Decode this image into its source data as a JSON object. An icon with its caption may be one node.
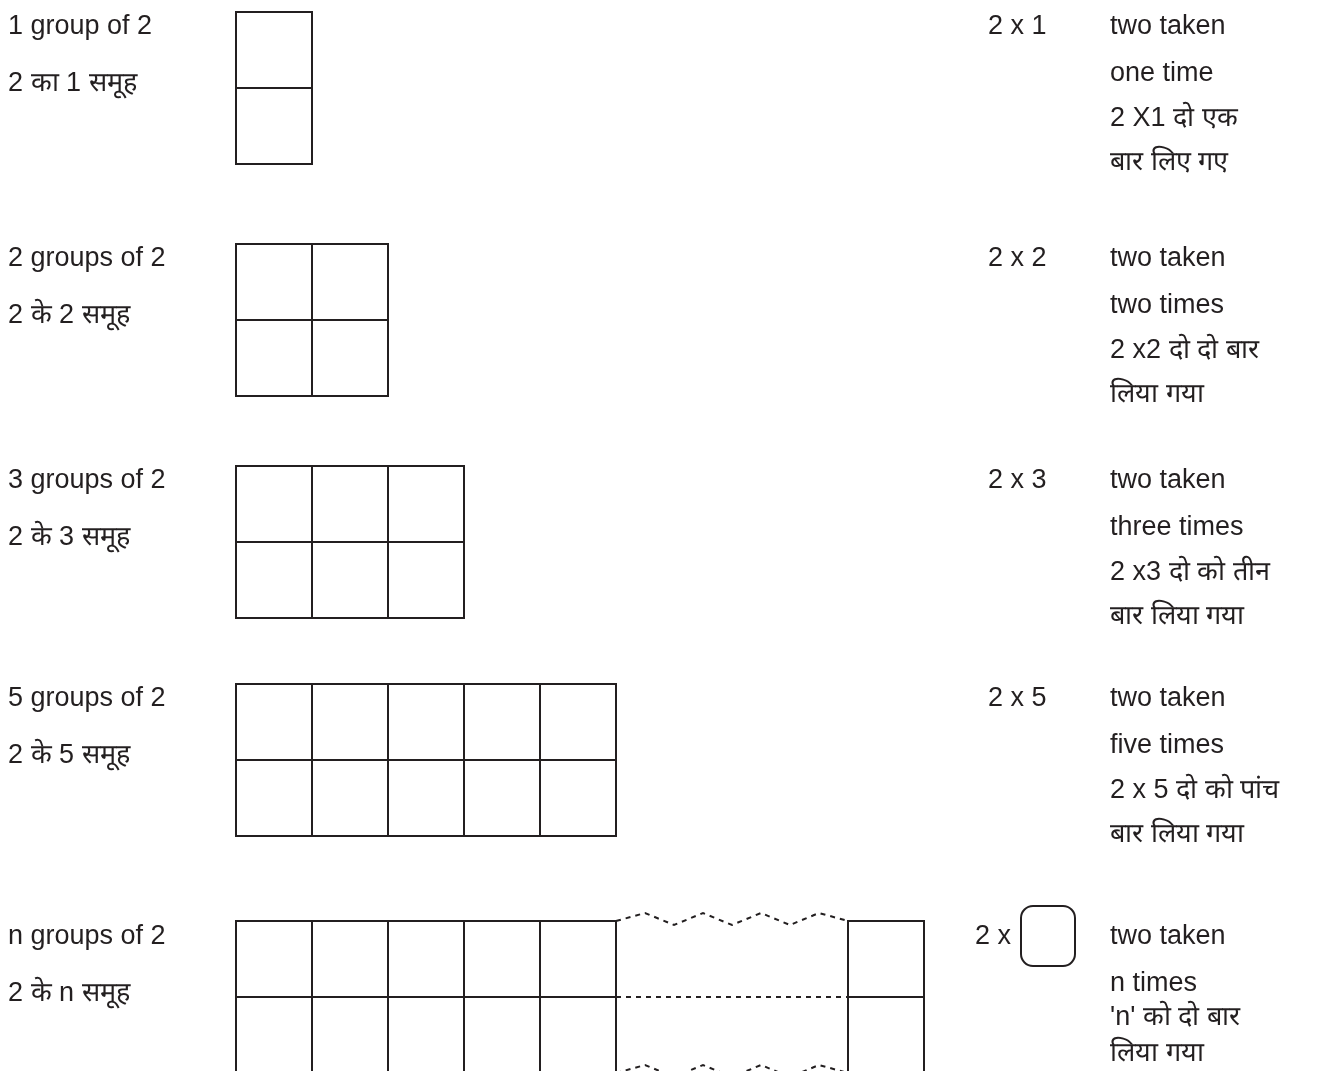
{
  "diagram": {
    "labels": [
      "1 group of 2",
      "2 का 1 समूह",
      "2 x 1",
      "two taken one time",
      "2 X1 दो एक बार लिए गए",
      "2 groups of 2",
      "2 के 2 समूह",
      "2 x 2",
      "two taken two times",
      "2 x2 दो दो बार लिया गया",
      "3 groups of 2",
      "2 के 3 समूह",
      "2 x 3",
      "two taken three times",
      "2 x3 दो को तीन बार लिया गया",
      "5 groups of 2",
      "2 के 5 समूह",
      "2 x 5",
      "two taken five times",
      "2 x 5 दो को पांच बार लिया गया",
      "n groups of 2",
      "2 के n समूह",
      "2 x",
      "two taken n times",
      "'n' को दो बार लिया गया"
    ]
  }
}
